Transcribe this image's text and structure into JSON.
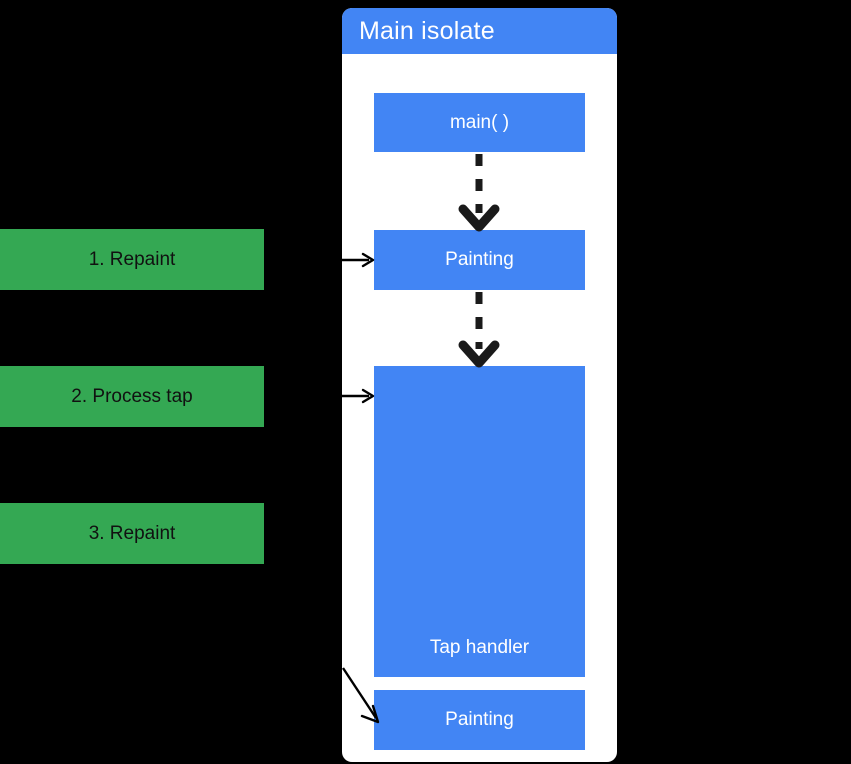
{
  "diagram": {
    "title": "Main isolate",
    "background_color": "#000000",
    "panel_color": "#ffffff",
    "accent_blue": "#4285f4",
    "accent_green": "#34a853"
  },
  "isolate": {
    "header_label": "Main isolate",
    "tasks": [
      {
        "id": "main",
        "label": "main( )"
      },
      {
        "id": "painting-1",
        "label": "Painting"
      },
      {
        "id": "tap-handler",
        "label": "Tap handler"
      },
      {
        "id": "painting-2",
        "label": "Painting"
      }
    ]
  },
  "steps": [
    {
      "id": "step-1",
      "label": "1. Repaint"
    },
    {
      "id": "step-2",
      "label": "2. Process tap"
    },
    {
      "id": "step-3",
      "label": "3. Repaint"
    }
  ],
  "connectors": [
    {
      "id": "main-to-painting",
      "style": "dashed",
      "from": "main( )",
      "to": "Painting"
    },
    {
      "id": "painting-to-tap-handler",
      "style": "dashed",
      "from": "Painting",
      "to": "Tap handler"
    },
    {
      "id": "step-1-to-painting",
      "style": "solid",
      "from": "1. Repaint",
      "to": "Painting"
    },
    {
      "id": "step-2-to-tap-handler",
      "style": "solid",
      "from": "2. Process tap",
      "to": "Tap handler"
    },
    {
      "id": "step-3-to-painting-2",
      "style": "solid",
      "from": "3. Repaint",
      "to": "Painting"
    }
  ]
}
